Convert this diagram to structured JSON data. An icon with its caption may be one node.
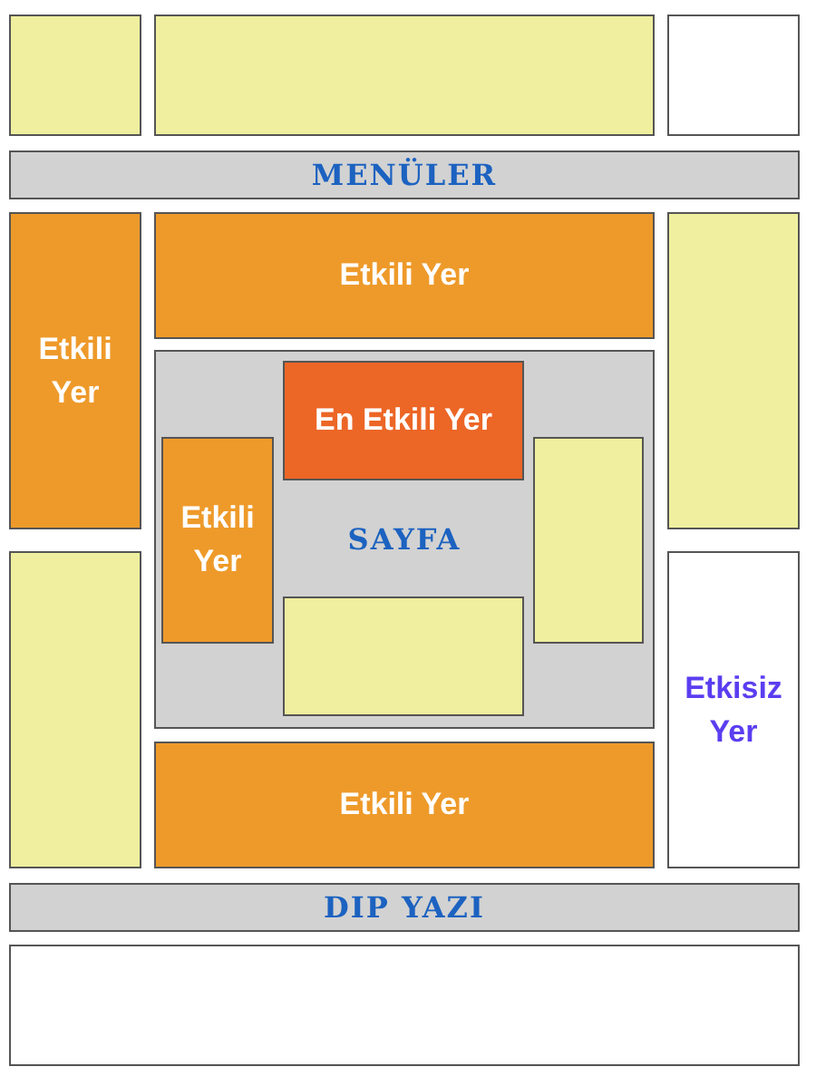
{
  "diagram": {
    "nodes": [
      {
        "text": [],
        "shape": "box"
      },
      {
        "text": [],
        "shape": "box"
      },
      {
        "text": [],
        "shape": "box"
      },
      {
        "text": [
          "MENÜLER"
        ]
      },
      {
        "text": [
          "Etkili Yer"
        ]
      },
      {
        "text": [
          "Etkili Yer"
        ]
      },
      {
        "text": [],
        "shape": "box"
      },
      {
        "text": [
          "SAYFA"
        ]
      },
      {
        "text": [
          "En Etkili Yer"
        ],
        "in": 7
      },
      {
        "text": [
          "Etkili Yer"
        ],
        "in": 7
      },
      {
        "text": [],
        "shape": "box",
        "in": 7
      },
      {
        "text": [],
        "shape": "box",
        "in": 7
      },
      {
        "text": [],
        "shape": "box"
      },
      {
        "text": [
          "Etkisiz Yer"
        ]
      },
      {
        "text": [
          "Etkili Yer"
        ]
      },
      {
        "text": [
          "DIP YAZI"
        ]
      },
      {
        "text": [],
        "shape": "box"
      }
    ]
  }
}
